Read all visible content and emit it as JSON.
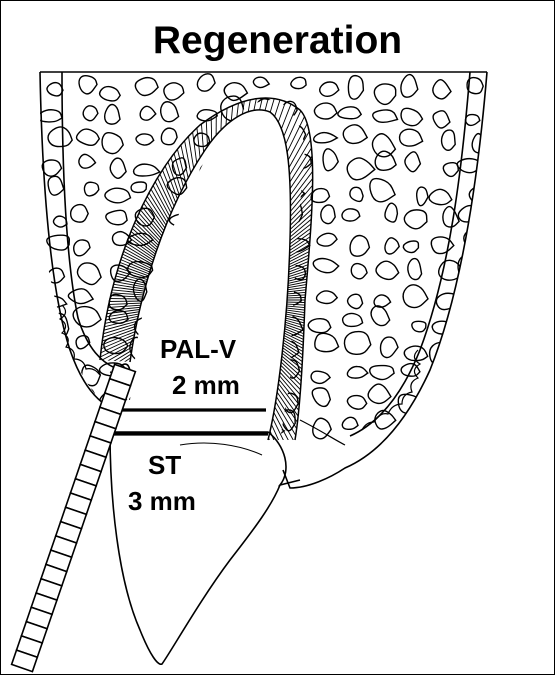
{
  "title": "Regeneration",
  "measurements": {
    "pal_v": {
      "label": "PAL-V",
      "value": "2 mm"
    },
    "st": {
      "label": "ST",
      "value": "3 mm"
    }
  },
  "colors": {
    "stroke": "#000000",
    "background": "#ffffff"
  },
  "icons": [
    "periodontal-probe-icon"
  ]
}
